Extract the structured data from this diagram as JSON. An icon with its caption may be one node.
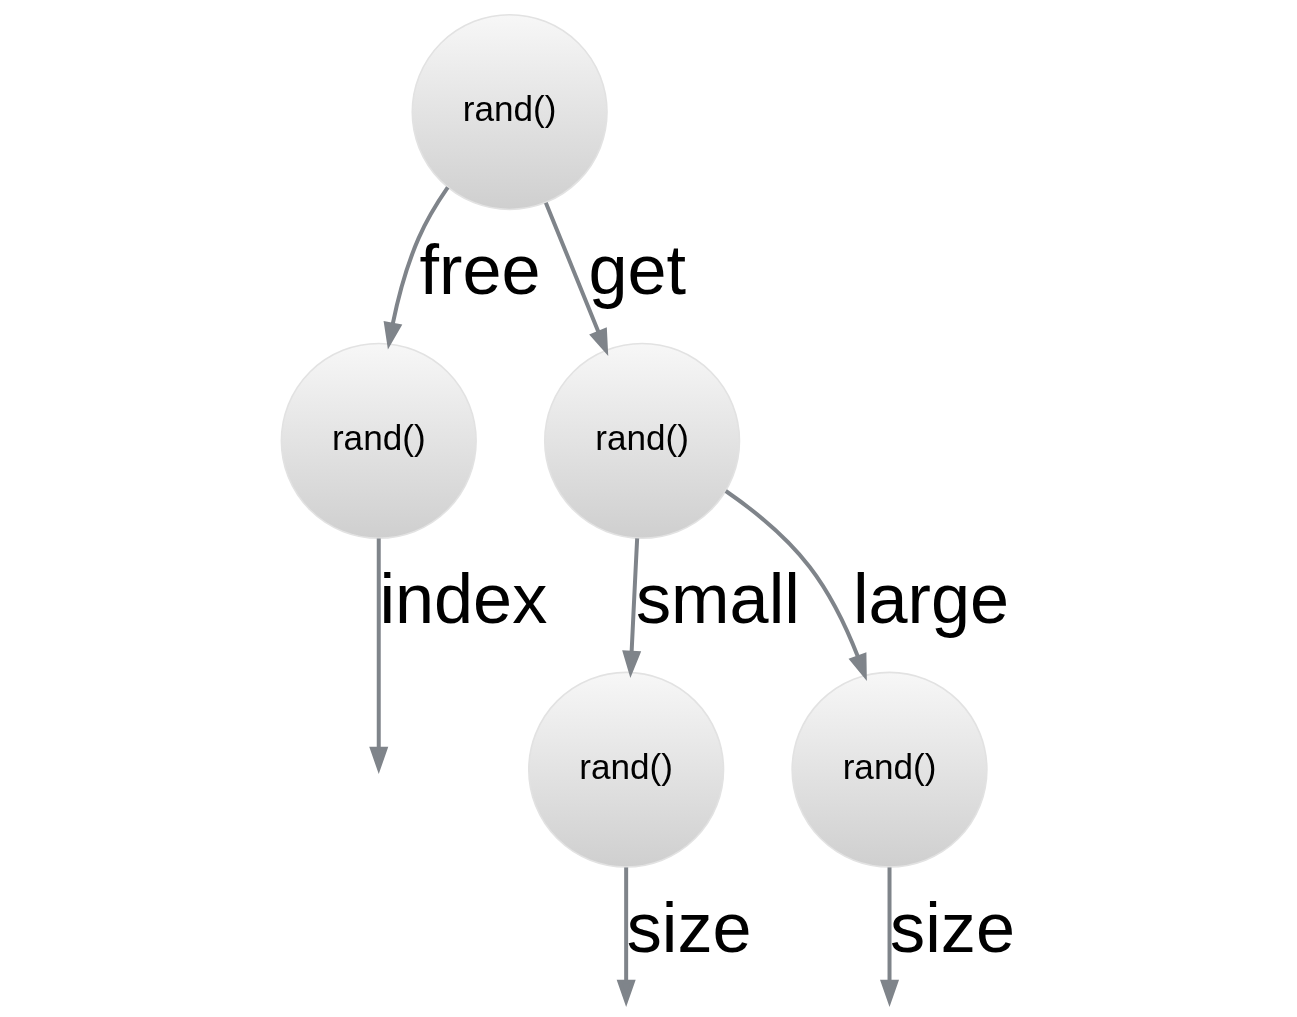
{
  "diagram": {
    "nodes": [
      {
        "text": [
          "rand()"
        ]
      },
      {
        "text": [
          "rand()"
        ]
      },
      {
        "text": [
          "rand()"
        ]
      },
      {
        "text": [
          "rand()"
        ]
      },
      {
        "text": [
          "rand()"
        ]
      }
    ],
    "edges": [
      {
        "from": 0,
        "to": 1,
        "arrow": "to",
        "label": "free"
      },
      {
        "from": 0,
        "to": 2,
        "arrow": "to",
        "label": "get"
      },
      {
        "from": 2,
        "to": 3,
        "arrow": "to",
        "label": "small"
      },
      {
        "from": 2,
        "to": 4,
        "arrow": "to",
        "label": "large"
      },
      {
        "from": 1,
        "to": null,
        "arrow": "to",
        "label": "index"
      },
      {
        "from": 3,
        "to": null,
        "arrow": "to",
        "label": "size"
      },
      {
        "from": 4,
        "to": null,
        "arrow": "to",
        "label": "size"
      }
    ]
  }
}
